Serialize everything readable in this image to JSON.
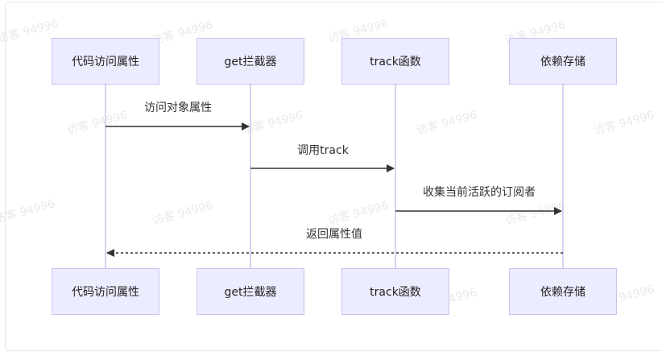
{
  "participants": [
    "代码访问属性",
    "get拦截器",
    "track函数",
    "依赖存储"
  ],
  "messages": [
    {
      "from": 0,
      "to": 1,
      "label": "访问对象属性",
      "style": "solid"
    },
    {
      "from": 1,
      "to": 2,
      "label": "调用track",
      "style": "solid"
    },
    {
      "from": 2,
      "to": 3,
      "label": "收集当前活跃的订阅者",
      "style": "solid"
    },
    {
      "from": 3,
      "to": 0,
      "label": "返回属性值",
      "style": "dashed"
    }
  ],
  "watermark": "访客 94996",
  "colors": {
    "actor_fill": "#ececff",
    "actor_border": "#c9c3f0",
    "lifeline": "#d6d2f3",
    "arrow": "#333333"
  }
}
